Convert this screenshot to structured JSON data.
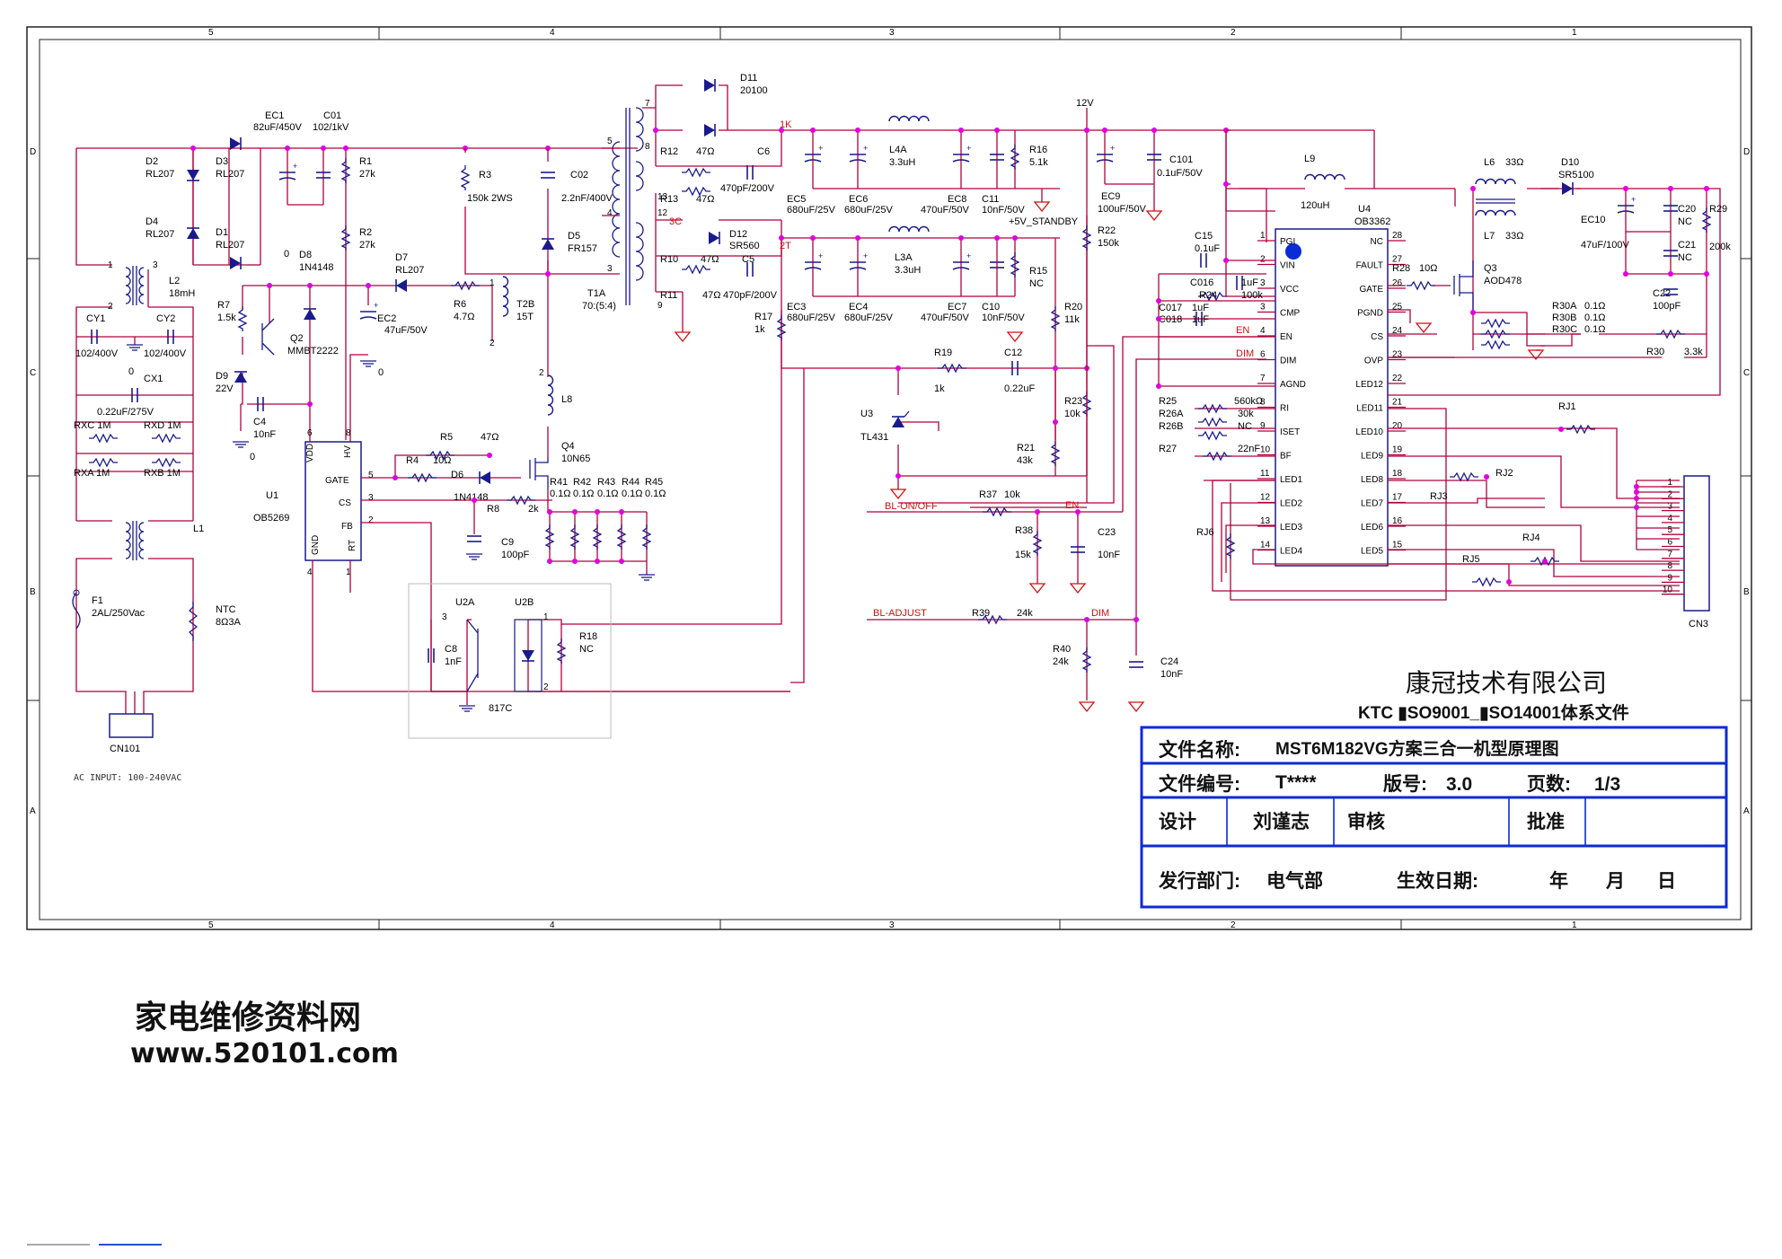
{
  "border": {
    "top_zones": [
      "5",
      "4",
      "3",
      "2",
      "1"
    ],
    "bottom_zones": [
      "5",
      "4",
      "3",
      "2",
      "1"
    ],
    "left_zones": [
      "D",
      "C",
      "B",
      "A"
    ],
    "right_zones": [
      "D",
      "C",
      "B",
      "A"
    ]
  },
  "nets": {
    "n12v": "12V",
    "n1k": "1K",
    "n3c": "3C",
    "n2t": "2T",
    "n5v": "+5V_STANDBY",
    "en1": "EN",
    "en2": "EN",
    "dim1": "DIM",
    "dim2": "DIM",
    "blonoff": "BL-ON/OFF",
    "bladj": "BL-ADJUST"
  },
  "components": {
    "ec1": "EC1",
    "ec1v": "82uF/450V",
    "c01": "C01",
    "c01v": "102/1kV",
    "d2": "D2",
    "d2v": "RL207",
    "d3": "D3",
    "d3v": "RL207",
    "d4": "D4",
    "d4v": "RL207",
    "d1": "D1",
    "d1v": "RL207",
    "r1": "R1",
    "r1v": "27k",
    "r2": "R2",
    "r2v": "27k",
    "r3": "R3",
    "r3v": "150k 2WS",
    "c02": "C02",
    "c02v": "2.2nF/400V",
    "d5": "D5",
    "d5v": "FR157",
    "t1a": "T1A",
    "t1av": "70:(5:4)",
    "l2": "L2",
    "l2v": "18mH",
    "d8": "D8",
    "d8v": "1N4148",
    "d7": "D7",
    "d7v": "RL207",
    "r6": "R6",
    "r6v": "4.7Ω",
    "t2b": "T2B",
    "t2bv": "15T",
    "ec2v": "47uF/50V",
    "ec2": "EC2",
    "r7": "R7",
    "r7v": "1.5k",
    "q2": "Q2",
    "q2v": "MMBT2222",
    "d9": "D9",
    "d9v": "22V",
    "c4": "C4",
    "c4v": "10nF",
    "cy1": "CY1",
    "cy1v": "102/400V",
    "cy2": "CY2",
    "cy2v": "102/400V",
    "cx1": "CX1",
    "cx1v": "0.22uF/275V",
    "rxc": "RXC 1M",
    "rxd": "RXD 1M",
    "rxa": "RXA 1M",
    "rxb": "RXB 1M",
    "l1": "L1",
    "f1": "F1",
    "f1v": "2AL/250Vac",
    "ntc": "NTC",
    "ntcv": "8Ω3A",
    "cn101": "CN101",
    "acin": "AC INPUT: 100-240VAC",
    "u1": "U1",
    "u1v": "OB5269",
    "r5": "R5",
    "r5v": "47Ω",
    "r4": "R4",
    "r4v": "10Ω",
    "d6": "D6",
    "d6v": "1N4148",
    "r8": "R8",
    "r8v": "2k",
    "q4": "Q4",
    "q4v": "10N65",
    "l8": "L8",
    "r41": "R41",
    "r42": "R42",
    "r43": "R43",
    "r44": "R44",
    "r45": "R45",
    "rsv": "0.1Ω",
    "c9": "C9",
    "c9v": "100pF",
    "u2a": "U2A",
    "u2b": "U2B",
    "c8": "C8",
    "c8v": "1nF",
    "r18": "R18",
    "r18v": "NC",
    "u2v": "817C",
    "d11": "D11",
    "d11v": "20100",
    "r12": "R12",
    "r12v": "47Ω",
    "c6": "C6",
    "c6v": "470pF/200V",
    "r13": "R13",
    "r13v": "47Ω",
    "d12": "D12",
    "d12v": "SR560",
    "r10": "R10",
    "r10v": "47Ω",
    "c5": "C5",
    "c5v": "470pF/200V",
    "r11": "R11",
    "r11v": "47Ω",
    "ec5": "EC5",
    "ec5v": "680uF/25V",
    "ec6": "EC6",
    "ec6v": "680uF/25V",
    "l4a": "L4A",
    "l4av": "3.3uH",
    "ec8": "EC8",
    "ec8v": "470uF/50V",
    "c11": "C11",
    "c11v": "10nF/50V",
    "r16": "R16",
    "r16v": "5.1k",
    "ec3": "EC3",
    "ec3v": "680uF/25V",
    "ec4": "EC4",
    "ec4v": "680uF/25V",
    "l3a": "L3A",
    "l3av": "3.3uH",
    "ec7": "EC7",
    "ec7v": "470uF/50V",
    "c10": "C10",
    "c10v": "10nF/50V",
    "r15": "R15",
    "r15v": "NC",
    "r17": "R17",
    "r17v": "1k",
    "r20": "R20",
    "r20v": "11k",
    "r19": "R19",
    "r19v": "1k",
    "c12": "C12",
    "c12v": "0.22uF",
    "u3": "U3",
    "u3v": "TL431",
    "r23": "R23",
    "r23v": "10k",
    "r21": "R21",
    "r21v": "43k",
    "ec9": "EC9",
    "ec9v": "100uF/50V",
    "c101": "C101",
    "c101v": "0.1uF/50V",
    "r22": "R22",
    "r22v": "150k",
    "r37": "R37",
    "r37v": "10k",
    "r38": "R38",
    "r38v": "15k",
    "c23": "C23",
    "c23v": "10nF",
    "r39": "R39",
    "r39v": "24k",
    "r40": "R40",
    "r40v": "24k",
    "c24": "C24",
    "c24v": "10nF",
    "l9": "L9",
    "l9v": "120uH",
    "c15": "C15",
    "c15v": "0.1uF",
    "c016": "C016",
    "c016v": "1uF",
    "r24": "R24",
    "r24v": "100k",
    "c017": "C017",
    "c018": "C018",
    "c017v": "1uF",
    "c018v": "1uF",
    "r25": "R25",
    "r25v": "560kΩ",
    "r26a": "R26A",
    "r26av": "30k",
    "r26b": "R26B",
    "r26bv": "NC",
    "r27": "R27",
    "r27v": "22nF",
    "u4": "U4",
    "u4v": "OB3362",
    "r28": "R28",
    "r28v": "10Ω",
    "q3": "Q3",
    "q3v": "AOD478",
    "l6": "L6",
    "l6v": "33Ω",
    "l7": "L7",
    "l7v": "33Ω",
    "d10": "D10",
    "d10v": "SR5100",
    "ec10": "EC10",
    "ec10v": "47uF/100V",
    "c20": "C20",
    "c20v": "NC",
    "c21": "C21",
    "c21v": "NC",
    "c22": "C22",
    "c22v": "100pF",
    "r29": "R29",
    "r29v": "200k",
    "r30a": "R30A",
    "r30av": "0.1Ω",
    "r30b": "R30B",
    "r30bv": "0.1Ω",
    "r30c": "R30C",
    "r30cv": "0.1Ω",
    "r30": "R30",
    "r30v": "3.3k",
    "rj1": "RJ1",
    "rj2": "RJ2",
    "rj3": "RJ3",
    "rj4": "RJ4",
    "rj5": "RJ5",
    "rj6": "RJ6",
    "cn3": "CN3",
    "zero": "0"
  },
  "u1_pins": {
    "vdd": "VDD",
    "hv": "HV",
    "gate": "GATE",
    "cs": "CS",
    "fb": "FB",
    "gnd": "GND",
    "rt": "RT",
    "p6": "6",
    "p8": "8",
    "p5": "5",
    "p3": "3",
    "p2": "2",
    "p4": "4",
    "p1": "1"
  },
  "u4_left_pins": [
    {
      "num": "1",
      "name": "PGI"
    },
    {
      "num": "2",
      "name": "VIN"
    },
    {
      "num": "3",
      "name": "VCC"
    },
    {
      "num": "3",
      "name": "CMP"
    },
    {
      "num": "4",
      "name": "EN"
    },
    {
      "num": "6",
      "name": "DIM"
    },
    {
      "num": "7",
      "name": "AGND"
    },
    {
      "num": "8",
      "name": "RI"
    },
    {
      "num": "9",
      "name": "ISET"
    },
    {
      "num": "10",
      "name": "BF"
    },
    {
      "num": "11",
      "name": "LED1"
    },
    {
      "num": "12",
      "name": "LED2"
    },
    {
      "num": "13",
      "name": "LED3"
    },
    {
      "num": "14",
      "name": "LED4"
    }
  ],
  "u4_right_pins": [
    {
      "num": "28",
      "name": "NC"
    },
    {
      "num": "27",
      "name": "FAULT"
    },
    {
      "num": "26",
      "name": "GATE"
    },
    {
      "num": "25",
      "name": "PGND"
    },
    {
      "num": "24",
      "name": "CS"
    },
    {
      "num": "23",
      "name": "OVP"
    },
    {
      "num": "22",
      "name": "LED12"
    },
    {
      "num": "21",
      "name": "LED11"
    },
    {
      "num": "20",
      "name": "LED10"
    },
    {
      "num": "19",
      "name": "LED9"
    },
    {
      "num": "18",
      "name": "LED8"
    },
    {
      "num": "17",
      "name": "LED7"
    },
    {
      "num": "16",
      "name": "LED6"
    },
    {
      "num": "15",
      "name": "LED5"
    }
  ],
  "cn3_pins": [
    "1",
    "2",
    "3",
    "4",
    "5",
    "6",
    "7",
    "8",
    "9",
    "10"
  ],
  "transformer_pins": {
    "p5": "5",
    "p4": "4",
    "p3": "3",
    "p7": "7",
    "p8": "8",
    "p9": "9",
    "p13": "13",
    "p12": "12",
    "p1": "1",
    "p2": "2"
  },
  "title_block": {
    "company": "康冠技术有限公司",
    "iso": "KTC ▮SO9001_▮SO14001体系文件",
    "file_name_label": "文件名称:",
    "file_name": "MST6M182VG方案三合一机型原理图",
    "file_no_label": "文件编号:",
    "file_no": "T****",
    "version_label": "版号:",
    "version": "3.0",
    "pages_label": "页数:",
    "pages": "1/3",
    "design_label": "设计",
    "designer": "刘谨志",
    "review_label": "审核",
    "approve_label": "批准",
    "dept_label": "发行部门:",
    "dept": "电气部",
    "date_label": "生效日期:",
    "year": "年",
    "month": "月",
    "day": "日"
  },
  "watermark": {
    "cn": "家电维修资料网",
    "url": "www.520101.com"
  },
  "colors": {
    "wire": "#b0003a",
    "component": "#1a1a8c",
    "junction": "#e000e0",
    "title_block": "#0b2bd6",
    "net_label": "#d01010"
  }
}
